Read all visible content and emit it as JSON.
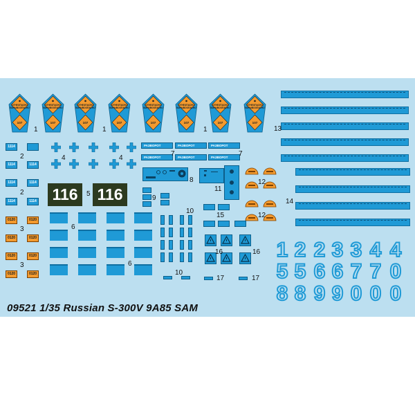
{
  "caption": "09521 1/35 Russian S-300V 9A85 SAM",
  "callouts": {
    "n1": "1",
    "n2": "2",
    "n3": "3",
    "n4": "4",
    "n5": "5",
    "n6": "6",
    "n7": "7",
    "n8": "8",
    "n9": "9",
    "n10": "10",
    "n11": "11",
    "n12": "12",
    "n13": "13",
    "n14": "14",
    "n15": "15",
    "n16": "16",
    "n17": "17"
  },
  "shield": {
    "line1": "ОГНЕОПАСНО",
    "line2": "ВЗРЫВООПАСНО",
    "number": "107"
  },
  "plates_blue": "1114",
  "plates_orange": "0120",
  "big_number": "116",
  "razv_label": "РАЗВОРОТ",
  "digits_row1": [
    "1",
    "2",
    "2",
    "3",
    "3",
    "4",
    "4"
  ],
  "digits_row2": [
    "5",
    "5",
    "6",
    "6",
    "7",
    "7",
    "0"
  ],
  "digits_row3": [
    "8",
    "8",
    "9",
    "9",
    "0",
    "0",
    "0"
  ],
  "colors": {
    "sheet": "#bcdff0",
    "decal_blue": "#1f9ad6",
    "orange": "#f39a2e",
    "plate_dark": "#2c3a1f"
  }
}
